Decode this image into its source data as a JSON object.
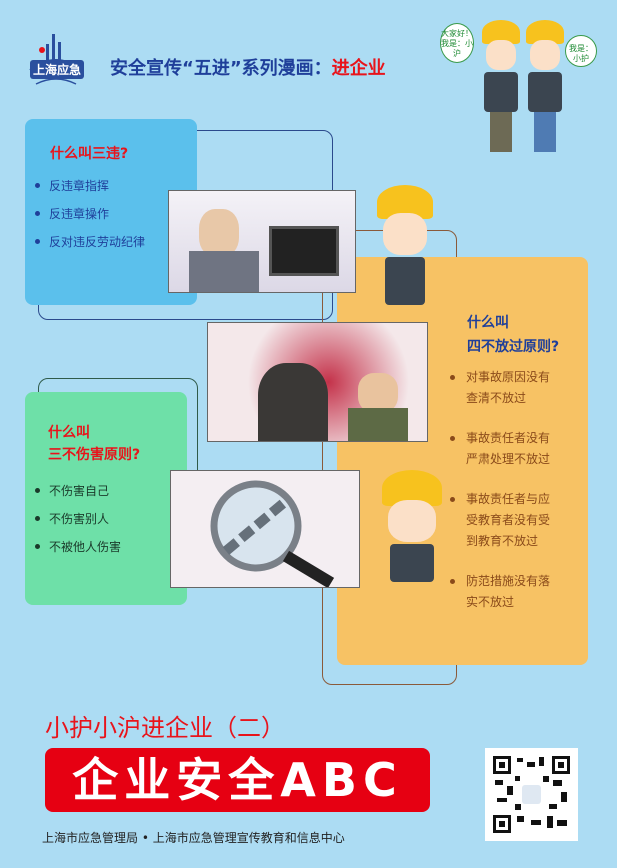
{
  "header": {
    "logo_text": "上海应急",
    "title_part1": "安全宣传“五进”系列漫画：",
    "title_part2": "进企业",
    "bubble_left": "大家好！我是：小沪",
    "bubble_right": "我是：小护"
  },
  "sanwei": {
    "title": "什么叫三违?",
    "items": [
      "反违章指挥",
      "反违章操作",
      "反对违反劳动纪律"
    ]
  },
  "sanbu": {
    "title_line1": "什么叫",
    "title_line2": "三不伤害原则?",
    "items": [
      "不伤害自己",
      "不伤害别人",
      "不被他人伤害"
    ]
  },
  "sibu": {
    "title_line1": "什么叫",
    "title_line2": "四不放过原则?",
    "items": [
      [
        "对事故原因没有",
        "查清不放过"
      ],
      [
        "事故责任者没有",
        "严肃处理不放过"
      ],
      [
        "事故责任者与应",
        "受教育者没有受",
        "到教育不放过"
      ],
      [
        "防范措施没有落",
        "实不放过"
      ]
    ]
  },
  "bottom": {
    "subtitle": "小护小沪进企业（二）",
    "banner": "企业安全ABC",
    "footer": "上海市应急管理局 • 上海市应急管理宣传教育和信息中心"
  },
  "colors": {
    "bg": "#acdcf3",
    "blue_box": "#5bc0ec",
    "green_box": "#6ee0a8",
    "orange_box": "#f7c264",
    "red": "#e8141b"
  }
}
